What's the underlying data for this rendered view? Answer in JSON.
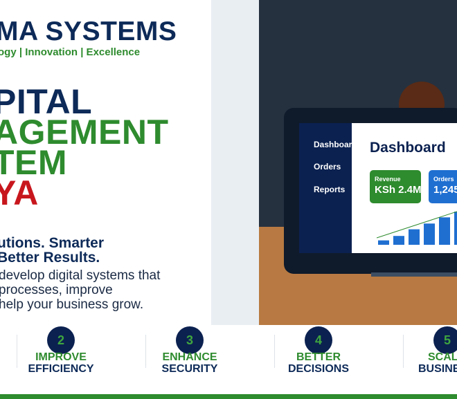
{
  "header": {
    "brand": "MA SYSTEMS",
    "tagline": "ogy | Innovation | Excellence"
  },
  "hero": {
    "line1": "PITAL",
    "line2": "AGEMENT",
    "line3": "TEM",
    "line4": "YA",
    "sub1": "utions. Smarter",
    "sub2": "Better Results.",
    "body1": "develop digital systems that",
    "body2": "processes, improve",
    "body3": "help your business grow."
  },
  "dashboard": {
    "nav": [
      "Dashboard",
      "Orders",
      "Reports"
    ],
    "title": "Dashboard",
    "cards": [
      {
        "label": "Revenue",
        "value": "KSh 2.4M"
      },
      {
        "label": "Orders",
        "value": "1,245"
      }
    ],
    "chart_data": {
      "type": "bar",
      "values": [
        1,
        2,
        3.5,
        4.8,
        6.2,
        7.5
      ],
      "trend": true
    }
  },
  "features": [
    {
      "number": "2",
      "title": "IMPROVE",
      "subtitle": "EFFICIENCY"
    },
    {
      "number": "3",
      "title": "ENHANCE",
      "subtitle": "SECURITY"
    },
    {
      "number": "4",
      "title": "BETTER",
      "subtitle": "DECISIONS"
    },
    {
      "number": "5",
      "title": "SCAL",
      "subtitle": "BUSINE"
    }
  ],
  "colors": {
    "navy": "#0d2a58",
    "green": "#2e8b2e",
    "red": "#c8161d",
    "blue": "#1f6fd1"
  }
}
